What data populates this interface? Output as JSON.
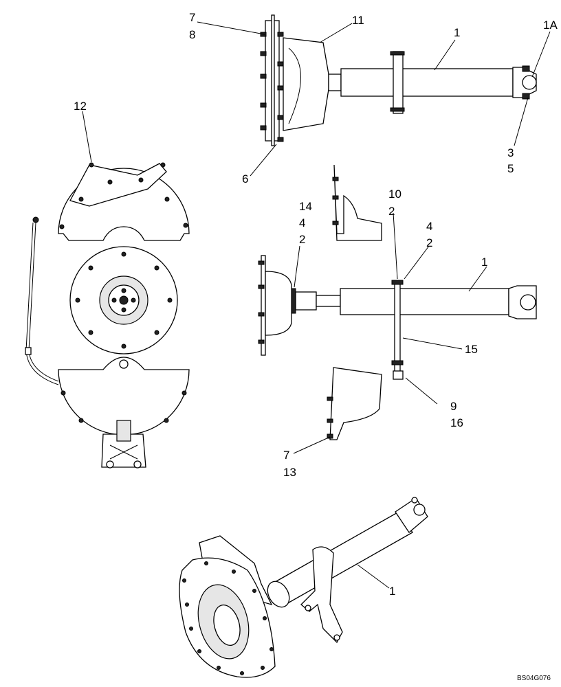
{
  "drawing_code": "BS04G076",
  "callouts": {
    "c7a": "7",
    "c8a": "8",
    "c11": "11",
    "c1a": "1",
    "c1A": "1A",
    "c3": "3",
    "c5": "5",
    "c6": "6",
    "c12": "12",
    "c10": "10",
    "c2a": "2",
    "c14": "14",
    "c4a": "4",
    "c2b": "2",
    "c4b": "4",
    "c2c": "2",
    "c1b": "1",
    "c15": "15",
    "c9": "9",
    "c16": "16",
    "c7b": "7",
    "c13": "13",
    "c1c": "1"
  }
}
